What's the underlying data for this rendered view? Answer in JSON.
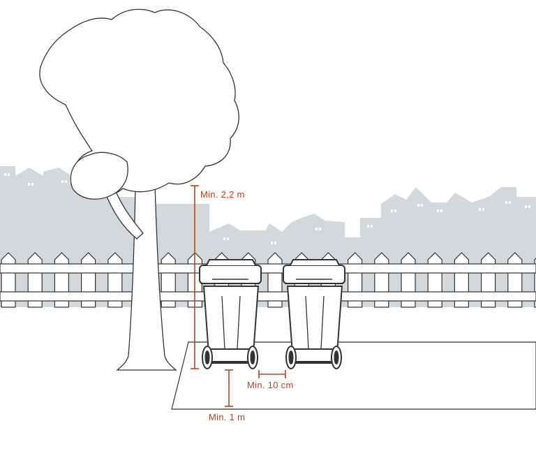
{
  "colors": {
    "line": "#333333",
    "skyline": "#d3d8dc",
    "accent": "#b5441a",
    "background": "#ffffff"
  },
  "dimensions": {
    "height_label": "Min. 2,2 m",
    "gap_label": "Min. 10 cm",
    "front_label": "Min. 1 m"
  }
}
